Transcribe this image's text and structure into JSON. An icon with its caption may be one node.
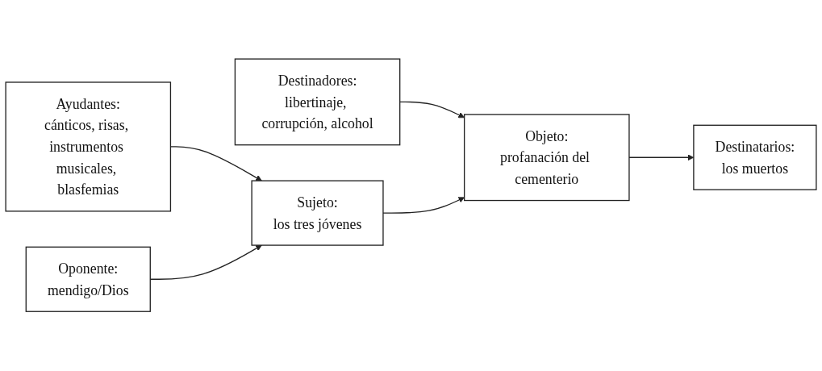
{
  "diagram": {
    "nodes": [
      {
        "text": [
          "Destinadores:",
          "libertinaje, corrupción, alcohol"
        ]
      },
      {
        "text": [
          "Objeto:",
          "profanación del cementerio"
        ]
      },
      {
        "text": [
          "Destinatarios:",
          "los muertos"
        ]
      },
      {
        "text": [
          "Ayudantes:",
          "cánticos, risas, instrumentos musicales, blasfemias"
        ]
      },
      {
        "text": [
          "Sujeto:",
          "los tres jóvenes"
        ]
      },
      {
        "text": [
          "Oponente:",
          "mendigo/Dios"
        ]
      }
    ],
    "edges": [
      {
        "from": 0,
        "to": 1,
        "arrow": "to"
      },
      {
        "from": 1,
        "to": 2,
        "arrow": "to"
      },
      {
        "from": 4,
        "to": 1,
        "arrow": "to"
      },
      {
        "from": 3,
        "to": 4,
        "arrow": "to"
      },
      {
        "from": 5,
        "to": 4,
        "arrow": "to"
      }
    ]
  }
}
